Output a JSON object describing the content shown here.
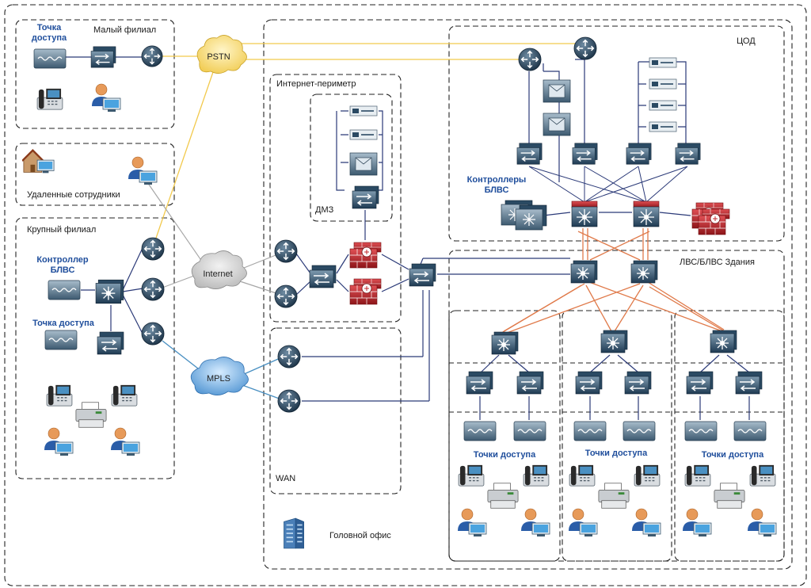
{
  "labels": {
    "small_branch": "Малый филиал",
    "small_ap": "Точка\nдоступа",
    "remote_workers": "Удаленные сотрудники",
    "large_branch": "Крупный филиал",
    "wlc_branch": "Контроллер\nБЛВС",
    "ap_branch": "Точка доступа",
    "internet_perimeter": "Интернет-периметр",
    "dmz": "ДМЗ",
    "wan": "WAN",
    "head_office": "Головной офис",
    "datacenter": "ЦОД",
    "wlc_dc": "Контроллеры\nБЛВС",
    "lan_building": "ЛВС/БЛВС Здания",
    "ap_b1": "Точки доступа",
    "ap_b2": "Точки доступа",
    "ap_b3": "Точки доступа"
  },
  "clouds": {
    "pstn": "PSTN",
    "internet": "Internet",
    "mpls": "MPLS"
  },
  "colors": {
    "pstn_link": "#f2c94c",
    "internet_link": "#a6a6a6",
    "mpls_link": "#4a90c2",
    "lan_link": "#2b3a78",
    "core_link": "#e07a4a",
    "device_dark": "#1e3a52",
    "device_light": "#5f7f96",
    "firewall": "#c0282d",
    "blue_label": "#1f4e9c"
  }
}
